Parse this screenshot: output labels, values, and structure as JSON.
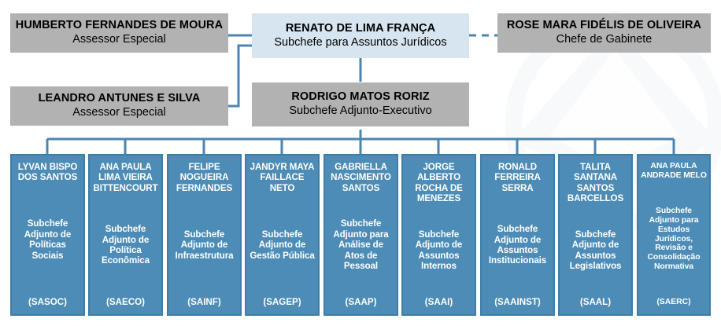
{
  "colors": {
    "gray_box": "#b2b2b2",
    "light_blue_box": "#d6e5ef",
    "blue_box": "#4c8cb6",
    "connector": "#4a86b0",
    "white_text": "#ffffff",
    "black_text": "#000000"
  },
  "top_row": {
    "left_advisor": {
      "name": "HUMBERTO FERNANDES DE MOURA",
      "role": "Assessor Especial"
    },
    "center": {
      "name": "RENATO DE LIMA FRANÇA",
      "role": "Subchefe para Assuntos Jurídicos"
    },
    "right_chief": {
      "name": "ROSE MARA FIDÉLIS DE OLIVEIRA",
      "role": "Chefe de Gabinete"
    }
  },
  "second_row": {
    "left_advisor": {
      "name": "LEANDRO ANTUNES E SILVA",
      "role": "Assessor Especial"
    },
    "deputy": {
      "name": "RODRIGO MATOS RORIZ",
      "role": "Subchefe Adjunto-Executivo"
    }
  },
  "units": [
    {
      "name": "LYVAN BISPO DOS SANTOS",
      "role": "Subchefe Adjunto de Políticas Sociais",
      "acronym": "(SASOC)"
    },
    {
      "name": "ANA PAULA LIMA VIEIRA BITTENCOURT",
      "role": "Subchefe Adjunto de Política Econômica",
      "acronym": "(SAECO)"
    },
    {
      "name": "FELIPE NOGUEIRA FERNANDES",
      "role": "Subchefe Adjunto de Infraestrutura",
      "acronym": "(SAINF)"
    },
    {
      "name": "JANDYR MAYA FAILLACE NETO",
      "role": "Subchefe Adjunto de Gestão Pública",
      "acronym": "(SAGEP)"
    },
    {
      "name": "GABRIELLA NASCIMENTO SANTOS",
      "role": "Subchefe Adjunto para Análise de Atos de Pessoal",
      "acronym": "(SAAP)"
    },
    {
      "name": "JORGE ALBERTO ROCHA DE MENEZES",
      "role": "Subchefe Adjunto de Assuntos Internos",
      "acronym": "(SAAI)"
    },
    {
      "name": "RONALD FERREIRA SERRA",
      "role": "Subchefe Adjunto de Assuntos Institucionais",
      "acronym": "(SAAINST)"
    },
    {
      "name": "TALITA SANTANA SANTOS BARCELLOS",
      "role": "Subchefe Adjunto de Assuntos Legislativos",
      "acronym": "(SAAL)"
    },
    {
      "name": "ANA PAULA ANDRADE MELO",
      "role": "Subchefe Adjunto para Estudos Jurídicos, Revisão e Consolidação Normativa",
      "acronym": "(SAERC)"
    }
  ]
}
